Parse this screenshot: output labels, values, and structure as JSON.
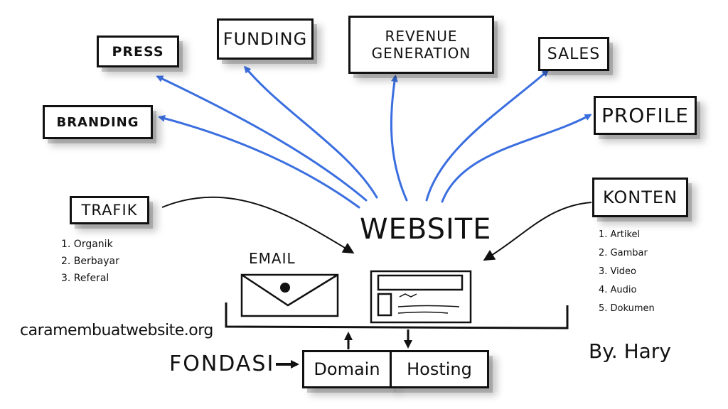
{
  "nodes": {
    "press": "PRESS",
    "funding": "FUNDING",
    "revenue_line1": "REVENUE",
    "revenue_line2": "GENERATION",
    "sales": "SALES",
    "branding": "BRANDING",
    "profile": "PROFILE",
    "trafik": "TRAFIK",
    "konten": "KONTEN",
    "website": "WEBSITE",
    "email": "EMAIL",
    "fondasi": "FONDASI",
    "domain": "Domain",
    "hosting": "Hosting"
  },
  "trafik_list": [
    "1. Organik",
    "2. Berbayar",
    "3. Referal"
  ],
  "konten_list": [
    "1. Artikel",
    "2. Gambar",
    "3. Video",
    "4. Audio",
    "5. Dokumen"
  ],
  "site_url": "caramembuatwebsite.org",
  "author": "By. Hary",
  "colors": {
    "arrow_blue": "#3b6fe0",
    "ink": "#111111"
  }
}
